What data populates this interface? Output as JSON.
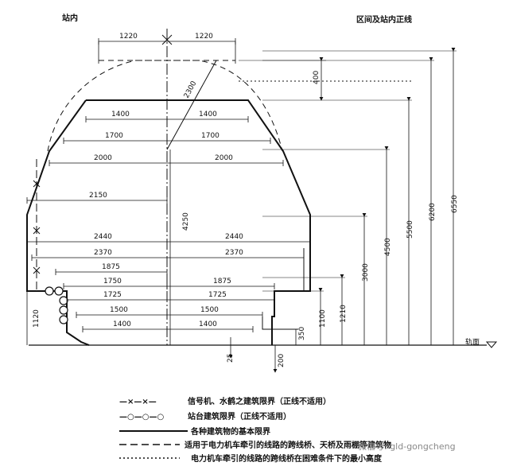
{
  "header": {
    "left": "站内",
    "right": "区间及站内正线"
  },
  "horizontal_dims": [
    {
      "key": "h1220l",
      "value": "1220"
    },
    {
      "key": "h1220r",
      "value": "1220"
    },
    {
      "key": "h1400l_top",
      "value": "1400"
    },
    {
      "key": "h1400r_top",
      "value": "1400"
    },
    {
      "key": "h1700l",
      "value": "1700"
    },
    {
      "key": "h1700r",
      "value": "1700"
    },
    {
      "key": "h2000l",
      "value": "2000"
    },
    {
      "key": "h2000r",
      "value": "2000"
    },
    {
      "key": "h2150",
      "value": "2150"
    },
    {
      "key": "h2440l",
      "value": "2440"
    },
    {
      "key": "h2440r",
      "value": "2440"
    },
    {
      "key": "h2370l",
      "value": "2370"
    },
    {
      "key": "h2370r",
      "value": "2370"
    },
    {
      "key": "h1875l",
      "value": "1875"
    },
    {
      "key": "h1750",
      "value": "1750"
    },
    {
      "key": "h1875r",
      "value": "1875"
    },
    {
      "key": "h1725l",
      "value": "1725"
    },
    {
      "key": "h1725r",
      "value": "1725"
    },
    {
      "key": "h1500l",
      "value": "1500"
    },
    {
      "key": "h1500r",
      "value": "1500"
    },
    {
      "key": "h1400l_bot",
      "value": "1400"
    },
    {
      "key": "h1400r_bot",
      "value": "1400"
    }
  ],
  "vertical_dims": {
    "v400": "400",
    "v2300": "2300",
    "v4250": "4250",
    "v1120": "1120",
    "v25": "25",
    "v200": "200",
    "v350": "350",
    "v1100": "1100",
    "v1210": "1210",
    "v3000": "3000",
    "v4500": "4500",
    "v5500": "5500",
    "v6200": "6200",
    "v6550": "6550"
  },
  "rail_label": "轨面",
  "legend": [
    {
      "symbol": "—×—×—",
      "text": "信号机、水鹤之建筑限界（正线不适用）"
    },
    {
      "symbol": "—○—○—○",
      "text": "站台建筑限界（正线不适用）"
    },
    {
      "symbol": "",
      "text": "各种建筑物的基本限界"
    },
    {
      "symbol": "",
      "text": "适用于电力机车牵引的线路的跨线桥、天桥及雨棚等建筑物"
    },
    {
      "symbol": "",
      "text": "电力机车牵引的线路的跨线桥在困难条件下的最小高度"
    }
  ],
  "watermark": "微信号: gld-gongcheng"
}
